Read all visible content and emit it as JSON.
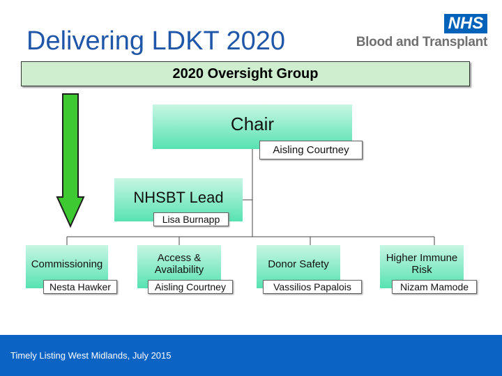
{
  "header": {
    "title": "Delivering LDKT 2020",
    "logo_nhs": "NHS",
    "logo_text": "Blood and Transplant"
  },
  "banner": "2020 Oversight Group",
  "chart": {
    "chair": {
      "title": "Chair",
      "name": "Aisling Courtney"
    },
    "lead": {
      "title": "NHSBT Lead",
      "name": "Lisa Burnapp"
    },
    "workstreams": [
      {
        "title": "Commissioning",
        "name": "Nesta Hawker"
      },
      {
        "title": "Access &\nAvailability",
        "name": "Aisling Courtney"
      },
      {
        "title": "Donor Safety",
        "name": "Vassilios Papalois"
      },
      {
        "title": "Higher Immune\nRisk",
        "name": "Nizam Mamode"
      }
    ]
  },
  "footer": "Timely Listing West Midlands, July 2015",
  "colors": {
    "title_blue": "#1f56a8",
    "nhs_blue": "#0062b8",
    "footer_blue": "#0b63c4",
    "box_gradient_top": "#c7f6e3",
    "box_gradient_bottom": "#57e2b2",
    "arrow_green": "#3ec832",
    "banner_fill": "#cfeecf"
  },
  "icons": [
    "down-arrow-icon",
    "nhs-logo"
  ]
}
